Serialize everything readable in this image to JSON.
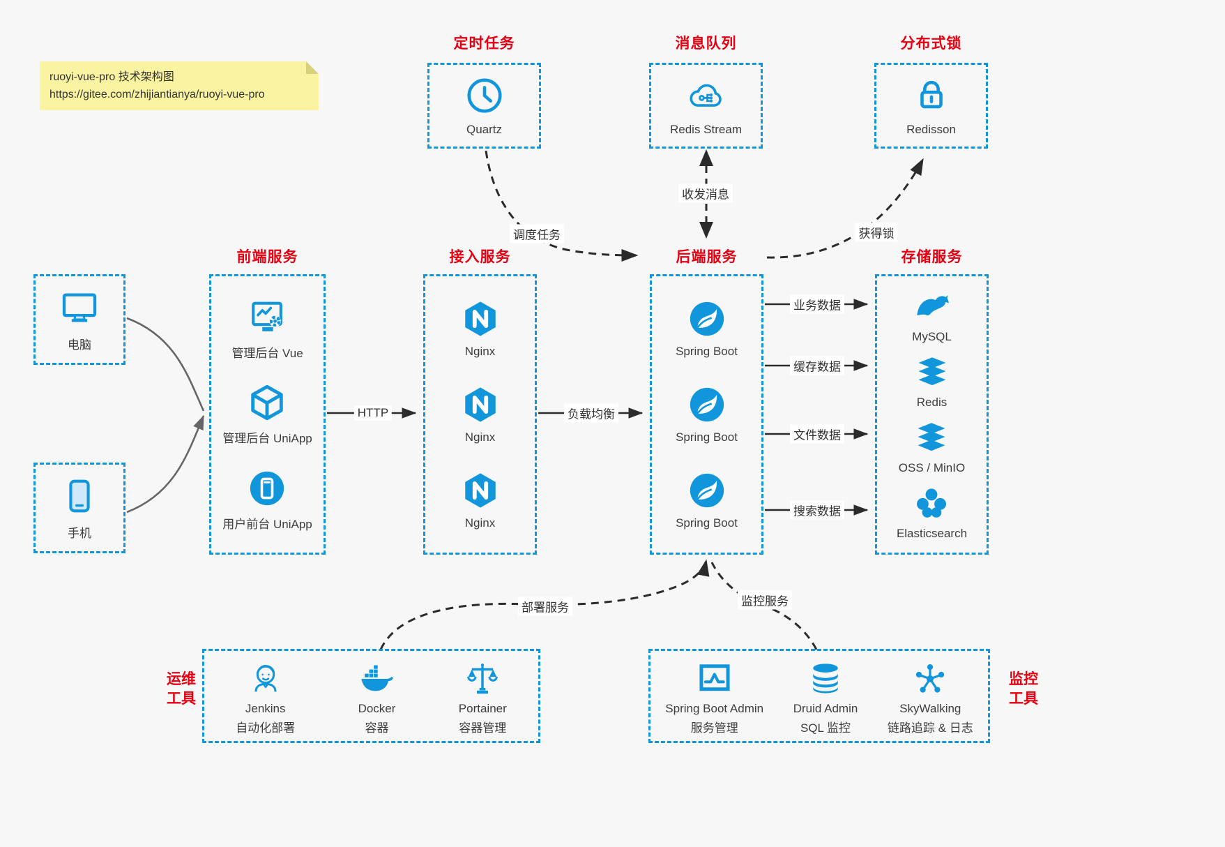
{
  "note": {
    "line1": "ruoyi-vue-pro 技术架构图",
    "line2": "https://gitee.com/zhijiantianya/ruoyi-vue-pro"
  },
  "colors": {
    "accent": "#1296db",
    "title_red": "#e60012",
    "wire": "#2b2b2b",
    "note_bg": "#faf3a1"
  },
  "top_groups": [
    {
      "title": "定时任务",
      "icon": "clock-icon",
      "label": "Quartz"
    },
    {
      "title": "消息队列",
      "icon": "message-queue-cloud-icon",
      "label": "Redis Stream"
    },
    {
      "title": "分布式锁",
      "icon": "lock-icon",
      "label": "Redisson"
    }
  ],
  "clients": [
    {
      "icon": "desktop-icon",
      "label": "电脑"
    },
    {
      "icon": "smartphone-icon",
      "label": "手机"
    }
  ],
  "columns": {
    "frontend": {
      "title": "前端服务",
      "items": [
        {
          "icon": "admin-vue-icon",
          "label": "管理后台 Vue"
        },
        {
          "icon": "uniapp-cube-icon",
          "label": "管理后台 UniApp"
        },
        {
          "icon": "user-app-icon",
          "label": "用户前台 UniApp"
        }
      ]
    },
    "gateway": {
      "title": "接入服务",
      "items": [
        {
          "icon": "nginx-icon",
          "label": "Nginx"
        },
        {
          "icon": "nginx-icon",
          "label": "Nginx"
        },
        {
          "icon": "nginx-icon",
          "label": "Nginx"
        }
      ]
    },
    "backend": {
      "title": "后端服务",
      "items": [
        {
          "icon": "spring-boot-icon",
          "label": "Spring Boot"
        },
        {
          "icon": "spring-boot-icon",
          "label": "Spring Boot"
        },
        {
          "icon": "spring-boot-icon",
          "label": "Spring Boot"
        }
      ]
    },
    "storage": {
      "title": "存储服务",
      "items": [
        {
          "icon": "mysql-dolphin-icon",
          "label": "MySQL"
        },
        {
          "icon": "redis-stack-icon",
          "label": "Redis"
        },
        {
          "icon": "oss-stack-icon",
          "label": "OSS / MinIO"
        },
        {
          "icon": "elasticsearch-icon",
          "label": "Elasticsearch"
        }
      ]
    }
  },
  "edges": {
    "http": "HTTP",
    "load_balance": "负载均衡",
    "schedule": "调度任务",
    "message": "收发消息",
    "lock": "获得锁",
    "deploy": "部署服务",
    "monitor": "监控服务",
    "business_data": "业务数据",
    "cache_data": "缓存数据",
    "file_data": "文件数据",
    "search_data": "搜索数据"
  },
  "ops": {
    "title_lines": [
      "运维",
      "工具"
    ],
    "items": [
      {
        "icon": "jenkins-icon",
        "name": "Jenkins",
        "desc": "自动化部署"
      },
      {
        "icon": "docker-icon",
        "name": "Docker",
        "desc": "容器"
      },
      {
        "icon": "portainer-icon",
        "name": "Portainer",
        "desc": "容器管理"
      }
    ]
  },
  "monitoring": {
    "title_lines": [
      "监控",
      "工具"
    ],
    "items": [
      {
        "icon": "spring-boot-admin-icon",
        "name": "Spring Boot Admin",
        "desc": "服务管理"
      },
      {
        "icon": "druid-icon",
        "name": "Druid Admin",
        "desc": "SQL 监控"
      },
      {
        "icon": "skywalking-icon",
        "name": "SkyWalking",
        "desc": "链路追踪 & 日志"
      }
    ]
  }
}
